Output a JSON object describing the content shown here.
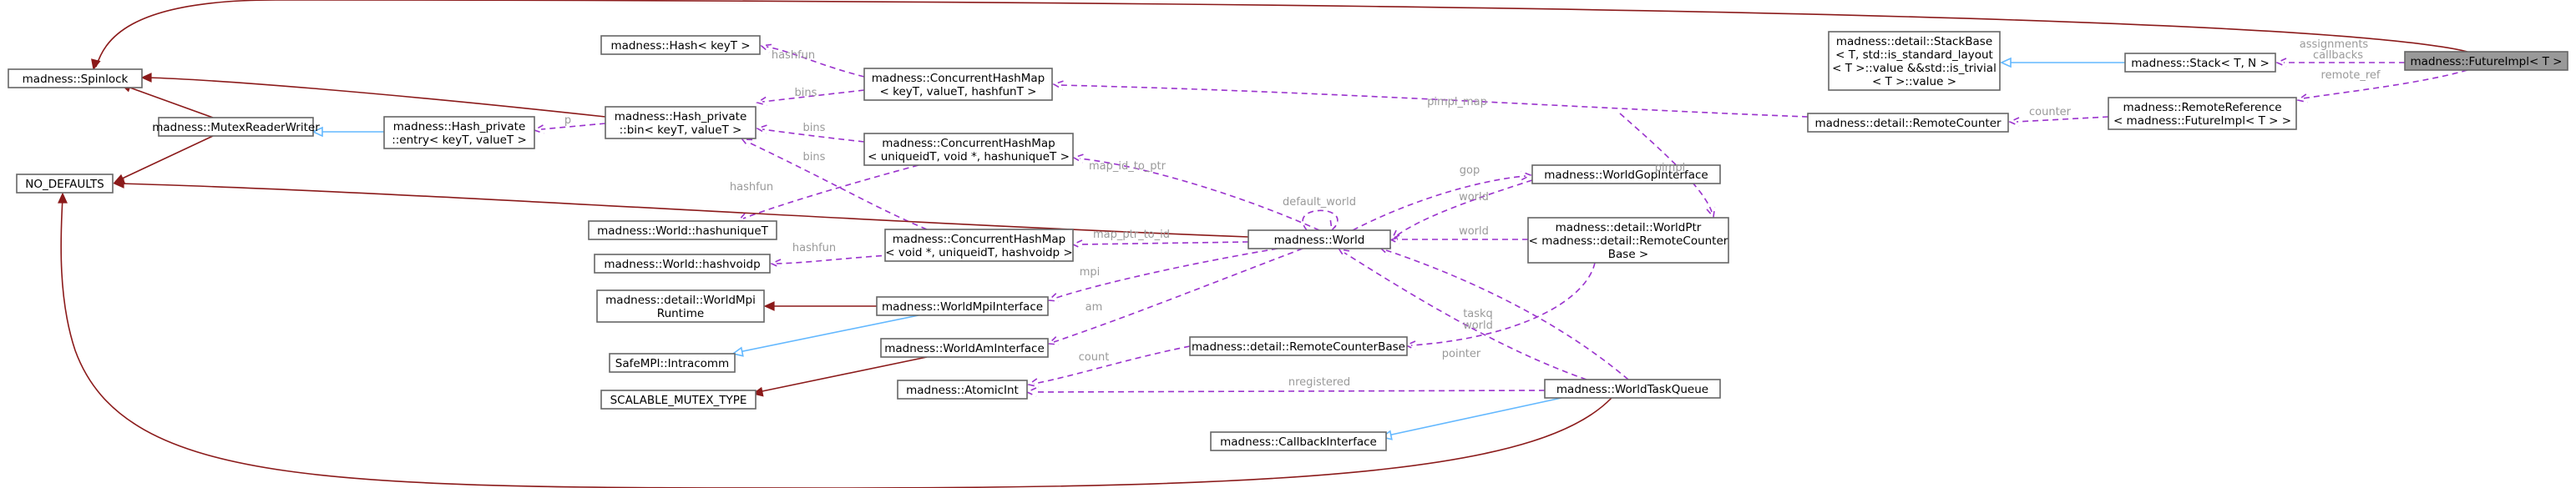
{
  "nodes": {
    "future_impl": [
      "madness::FutureImpl< T >"
    ],
    "stack": [
      "madness::Stack< T, N >"
    ],
    "stackbase": [
      "madness::detail::StackBase",
      "< T, std::is_standard_layout",
      "< T >::value &&std::is_trivial",
      "< T >::value >"
    ],
    "remote_reference": [
      "madness::RemoteReference",
      "< madness::FutureImpl< T > >"
    ],
    "remote_counter": [
      "madness::detail::RemoteCounter"
    ],
    "spinlock": [
      "madness::Spinlock"
    ],
    "mutex_rw": [
      "madness::MutexReaderWriter"
    ],
    "no_defaults": [
      "NO_DEFAULTS"
    ],
    "hash_keyt": [
      "madness::Hash< keyT >"
    ],
    "chm_key_value": [
      "madness::ConcurrentHashMap",
      "< keyT, valueT, hashfunT >"
    ],
    "hash_private_bin": [
      "madness::Hash_private",
      "::bin< keyT, valueT >"
    ],
    "hash_private_entry": [
      "madness::Hash_private",
      "::entry< keyT, valueT >"
    ],
    "chm_uid": [
      "madness::ConcurrentHashMap",
      "< uniqueidT, void *, hashuniqueT >"
    ],
    "hashuniquet": [
      "madness::World::hashuniqueT"
    ],
    "world_gop": [
      "madness::WorldGopInterface"
    ],
    "world": [
      "madness::World"
    ],
    "chm_ptr": [
      "madness::ConcurrentHashMap",
      "< void *, uniqueidT, hashvoidp >"
    ],
    "hashvoidp": [
      "madness::World::hashvoidp"
    ],
    "world_ptr": [
      "madness::detail::WorldPtr",
      "< madness::detail::RemoteCounter",
      "Base >"
    ],
    "worldmpi_runtime": [
      "madness::detail::WorldMpi",
      "Runtime"
    ],
    "world_mpi_iface": [
      "madness::WorldMpiInterface"
    ],
    "intracomm": [
      "SafeMPI::Intracomm"
    ],
    "world_am": [
      "madness::WorldAmInterface"
    ],
    "remote_counter_base": [
      "madness::detail::RemoteCounterBase"
    ],
    "scalable_mutex": [
      "SCALABLE_MUTEX_TYPE"
    ],
    "atomic_int": [
      "madness::AtomicInt"
    ],
    "task_queue": [
      "madness::WorldTaskQueue"
    ],
    "callback_iface": [
      "madness::CallbackInterface"
    ]
  },
  "edge_labels": {
    "assignments": "assignments",
    "callbacks": "callbacks",
    "remote_ref": "remote_ref",
    "pimpl_map": "pimpl_map",
    "counter": "counter",
    "hashfun_hash": "hashfun",
    "bins_1": "bins",
    "bins_2": "bins",
    "bins_3": "bins",
    "entry_p": "p",
    "map_id_to_ptr": "map_id_to_ptr",
    "hashfun_unique": "hashfun",
    "gop": "gop",
    "default_world": "default_world",
    "world_gop": "world",
    "pimpl": "pimpl",
    "world_ptr": "world",
    "map_ptr_to_id": "map_ptr_to_id",
    "hashfun_void": "hashfun",
    "mpi": "mpi",
    "am": "am",
    "world_task": "world",
    "taskq": "taskq",
    "count": "count",
    "pointer": "pointer",
    "nregistered": "nregistered"
  },
  "colors": {
    "dependency_edge": "#9a32cd",
    "usage_edge": "#8b1a1a",
    "inheritance_edge": "#63b8ff",
    "edge_label": "#9a9a9a",
    "focus_node_fill": "#999999",
    "node_border": "#666666"
  }
}
